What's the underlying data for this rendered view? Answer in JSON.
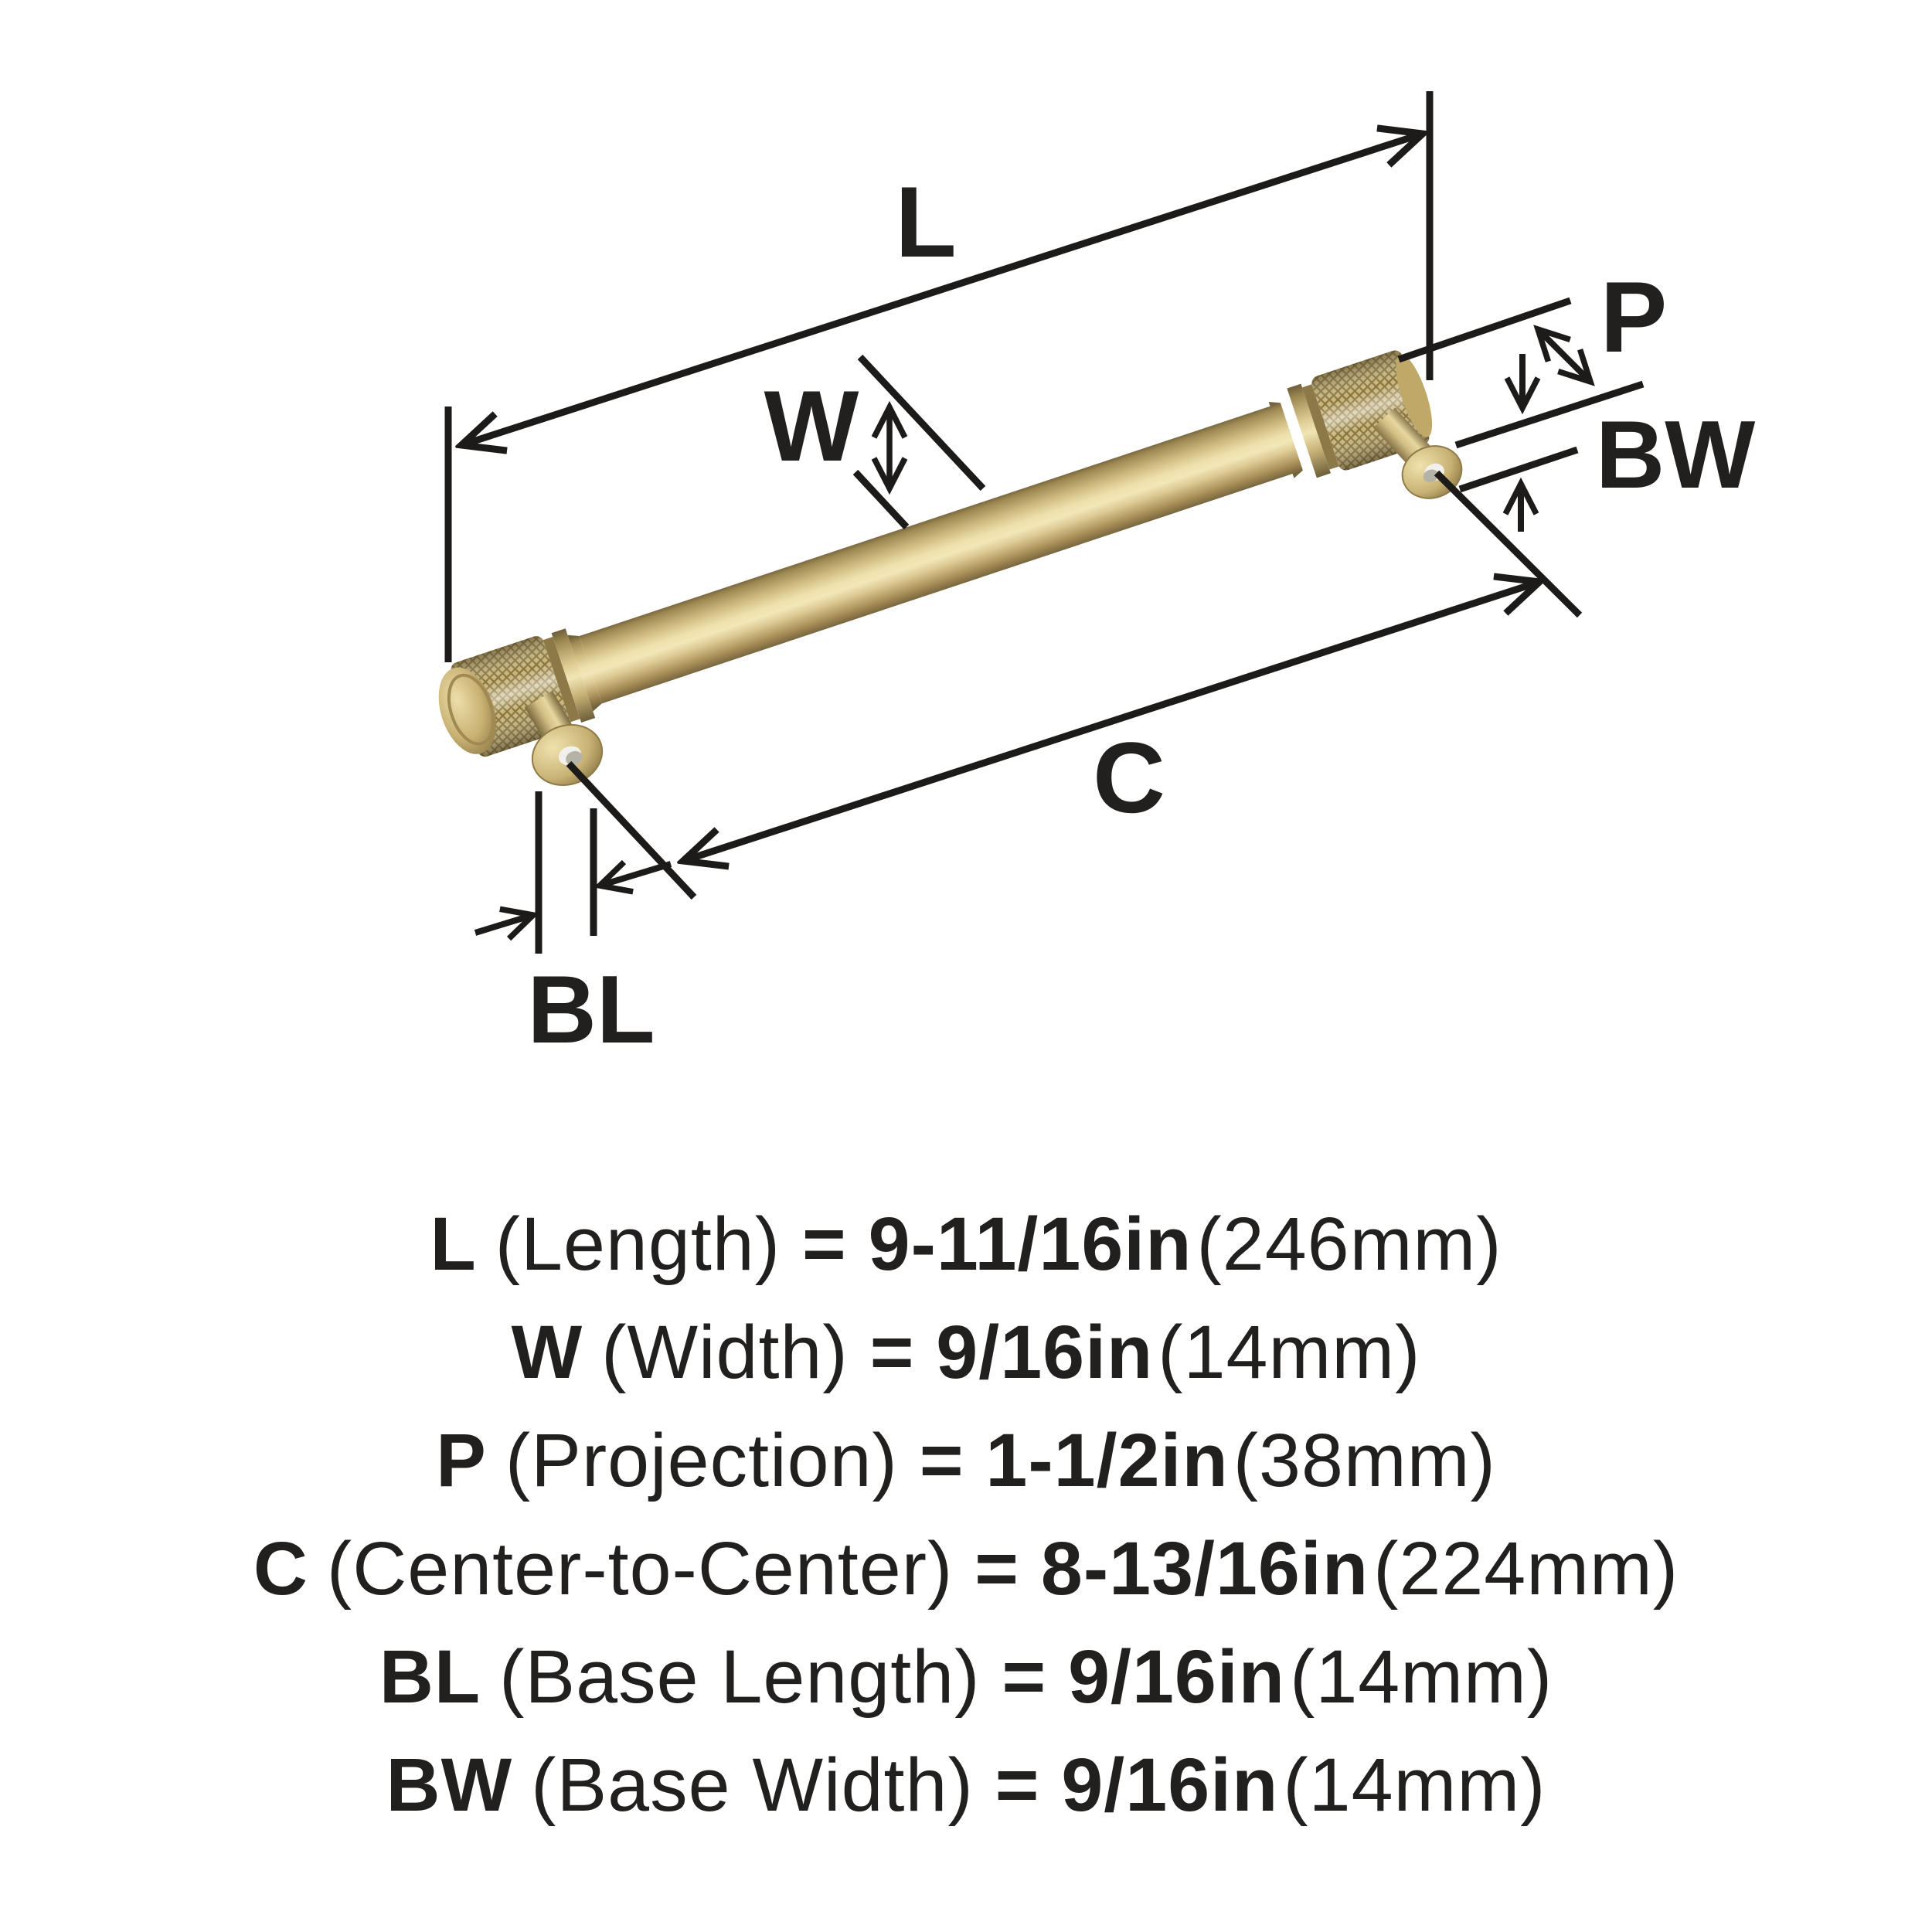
{
  "title": "Bar pull handle dimension diagram",
  "colors": {
    "background": "#ffffff",
    "line": "#1d1b1a",
    "text": "#221f1f",
    "gold_highlight": "#f3e7b8",
    "gold_mid": "#cdb97e",
    "gold_dark": "#74643e"
  },
  "diagram": {
    "labels": {
      "length": "L",
      "width": "W",
      "projection": "P",
      "base_width": "BW",
      "center_to_center": "C",
      "base_length": "BL"
    }
  },
  "specs": [
    {
      "code": "L",
      "name": "(Length)",
      "value": "= 9-11/16in",
      "metric": "(246mm)"
    },
    {
      "code": "W",
      "name": "(Width)",
      "value": "= 9/16in",
      "metric": "(14mm)"
    },
    {
      "code": "P",
      "name": "(Projection)",
      "value": "= 1-1/2in",
      "metric": "(38mm)"
    },
    {
      "code": "C",
      "name": "(Center-to-Center)",
      "value": "= 8-13/16in",
      "metric": "(224mm)"
    },
    {
      "code": "BL",
      "name": "(Base Length)",
      "value": "= 9/16in",
      "metric": "(14mm)"
    },
    {
      "code": "BW",
      "name": "(Base Width)",
      "value": "= 9/16in",
      "metric": "(14mm)"
    }
  ]
}
